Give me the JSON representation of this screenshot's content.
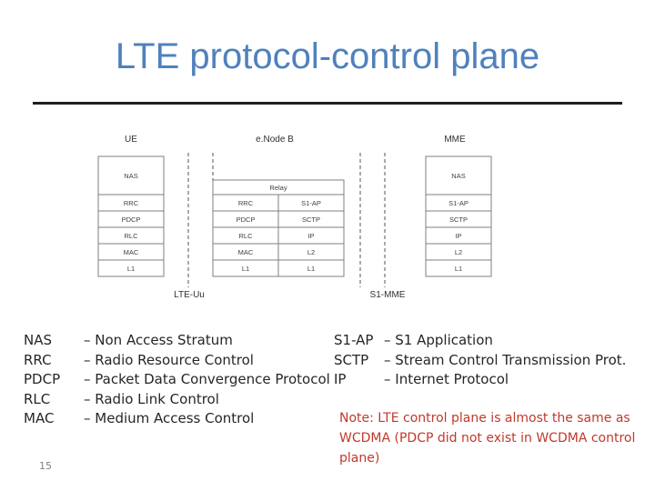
{
  "title": "LTE protocol-control plane",
  "diagram": {
    "nodes": {
      "ue": "UE",
      "enb": "e.Node B",
      "mme": "MME"
    },
    "interfaces": {
      "lte_uu": "LTE-Uu",
      "s1_mme": "S1-MME"
    },
    "ue_stack": [
      "NAS",
      "RRC",
      "PDCP",
      "RLC",
      "MAC",
      "L1"
    ],
    "enb_relay": "Relay",
    "enb_left_stack": [
      "RRC",
      "PDCP",
      "RLC",
      "MAC",
      "L1"
    ],
    "enb_right_stack": [
      "S1-AP",
      "SCTP",
      "IP",
      "L2",
      "L1"
    ],
    "mme_stack": [
      "NAS",
      "S1-AP",
      "SCTP",
      "IP",
      "L2",
      "L1"
    ]
  },
  "abbreviations_left": [
    {
      "abbr": "NAS",
      "meaning": "– Non Access Stratum"
    },
    {
      "abbr": "RRC",
      "meaning": "– Radio Resource Control"
    },
    {
      "abbr": "PDCP",
      "meaning": "– Packet Data Convergence Protocol"
    },
    {
      "abbr": "RLC",
      "meaning": "– Radio Link Control"
    },
    {
      "abbr": "MAC",
      "meaning": "– Medium Access Control"
    }
  ],
  "abbreviations_right": [
    {
      "abbr": "S1-AP",
      "meaning": "– S1 Application"
    },
    {
      "abbr": "SCTP",
      "meaning": "– Stream Control Transmission Prot."
    },
    {
      "abbr": "IP",
      "meaning": "– Internet Protocol"
    }
  ],
  "note": "Note: LTE control plane is almost the same as WCDMA (PDCP did not exist in WCDMA control plane)",
  "page_number": "15"
}
